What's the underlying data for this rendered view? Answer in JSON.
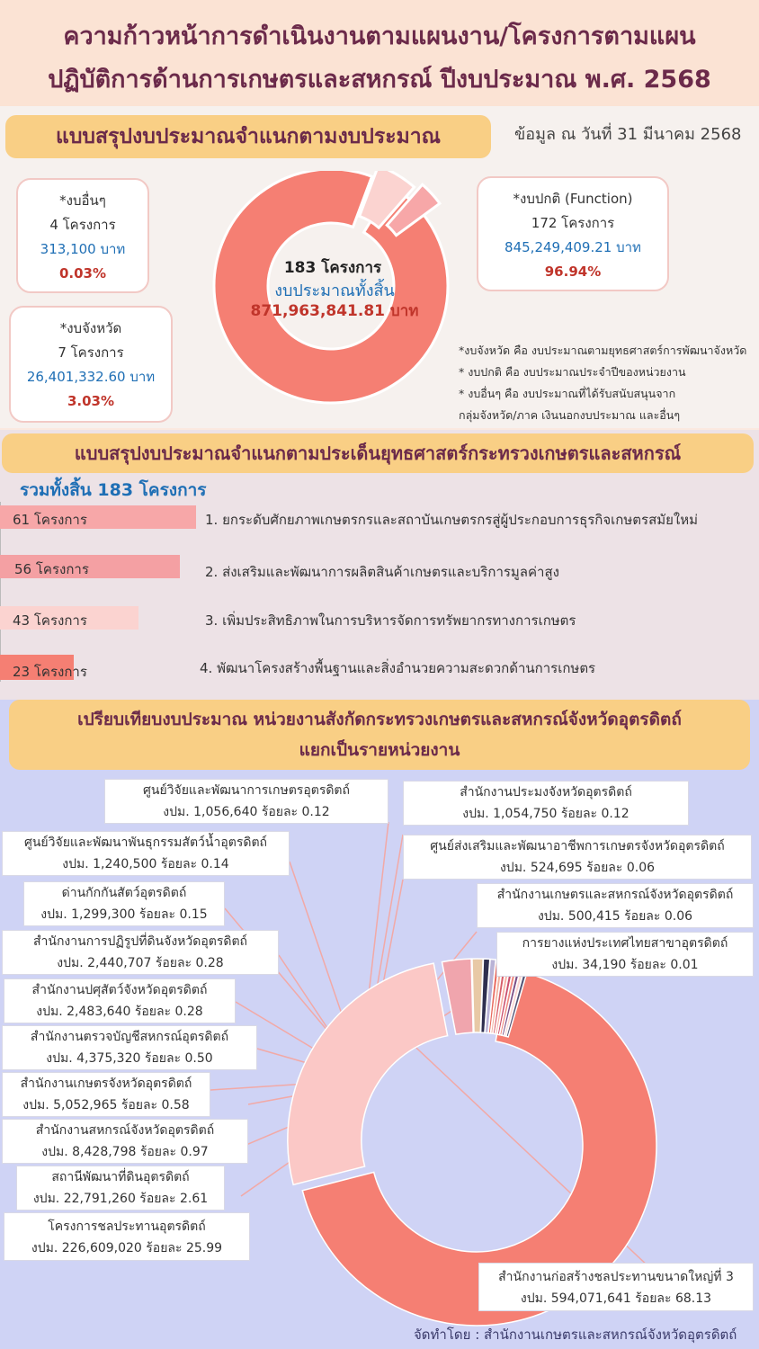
{
  "header": {
    "title_line1": "ความก้าวหน้าการดำเนินงานตามแผนงาน/โครงการตามแผน",
    "title_line2": "ปฏิบัติการด้านการเกษตรและสหกรณ์ ปีงบประมาณ พ.ศ. 2568"
  },
  "budget_summary": {
    "heading": "แบบสรุปงบประมาณจำแนกตามงบประมาณ",
    "date_text": "ข้อมูล ณ วันที่ 31 มีนาคม 2568",
    "center_count": "183  โครงการ",
    "center_label": "งบประมาณทั้งสิ้น",
    "center_amount": "871,963,841.81 บาท",
    "other": {
      "title": "*งบอื่นๆ",
      "projects": "4 โครงการ",
      "amount": "313,100 บาท",
      "percent": "0.03%"
    },
    "province": {
      "title": "*งบจังหวัด",
      "projects": "7 โครงการ",
      "amount": "26,401,332.60 บาท",
      "percent": "3.03%"
    },
    "function": {
      "title": "*งบปกติ (Function)",
      "projects": "172 โครงการ",
      "amount": "845,249,409.21 บาท",
      "percent": "96.94%"
    },
    "notes": [
      "*งบจังหวัด คือ งบประมาณตามยุทธศาสตร์การพัฒนาจังหวัด",
      "* งบปกติ คือ งบประมาณประจำปีของหน่วยงาน",
      "*  งบอื่นๆ คือ งบประมาณที่ได้รับสนับสนุนจาก",
      "   กลุ่มจังหวัด/ภาค เงินนอกงบประมาณ และอื่นๆ"
    ],
    "colors": {
      "function": "#f57f73",
      "province": "#fbd3d0",
      "other": "#f7a7a8"
    }
  },
  "strategy": {
    "heading": "แบบสรุปงบประมาณจำแนกตามประเด็นยุทธศาสตร์กระทรวงเกษตรและสหกรณ์",
    "total_label": "รวมทั้งสิ้น  183   โครงการ",
    "items": [
      {
        "count_label": "61 โครงการ",
        "count": 61,
        "text": "1. ยกระดับศักยภาพเกษตรกรและสถาบันเกษตรกรสู่ผู้ประกอบการธุรกิจเกษตรสมัยใหม่",
        "color": "#f7a7a8"
      },
      {
        "count_label": "56 โครงการ",
        "count": 56,
        "text": "2. ส่งเสริมและพัฒนาการผลิตสินค้าเกษตรและบริการมูลค่าสูง",
        "color": "#f4a0a3"
      },
      {
        "count_label": "43 โครงการ",
        "count": 43,
        "text": "3. เพิ่มประสิทธิภาพในการบริหารจัดการทรัพยากรทางการเกษตร",
        "color": "#fbd3d0"
      },
      {
        "count_label": "23 โครงการ",
        "count": 23,
        "text": "4. พัฒนาโครงสร้างพื้นฐานและสิ่งอำนวยความสะดวกด้านการเกษตร",
        "color": "#f57f73"
      }
    ]
  },
  "units": {
    "heading_line1": "เปรียบเทียบงบประมาณ หน่วยงานสังกัดกระทรวงเกษตรและสหกรณ์จังหวัดอุตรดิตถ์",
    "heading_line2": "แยกเป็นรายหน่วยงาน",
    "items": [
      {
        "name": "สำนักงานก่อสร้างชลประทานขนาดใหญ่ที่ 3",
        "detail": "งปม. 594,071,641 ร้อยละ 68.13",
        "share": 68.13,
        "color": "#f57f73"
      },
      {
        "name": "โครงการชลประทานอุตรดิตถ์",
        "detail": "งปม. 226,609,020 ร้อยละ 25.99",
        "share": 25.99,
        "color": "#fbc8c6"
      },
      {
        "name": "สถานีพัฒนาที่ดินอุตรดิตถ์",
        "detail": "งปม. 22,791,260 ร้อยละ 2.61",
        "share": 2.61,
        "color": "#f0a5ad"
      },
      {
        "name": "สำนักงานสหกรณ์จังหวัดอุตรดิตถ์",
        "detail": "งปม. 8,428,798 ร้อยละ 0.97",
        "share": 0.97,
        "color": "#e8c9a6"
      },
      {
        "name": "สำนักงานเกษตรจังหวัดอุตรดิตถ์",
        "detail": "งปม. 5,052,965 ร้อยละ 0.58",
        "share": 0.58,
        "color": "#2f2f4f"
      },
      {
        "name": "สำนักงานตรวจบัญชีสหกรณ์อุตรดิตถ์",
        "detail": "งปม. 4,375,320 ร้อยละ 0.50",
        "share": 0.5,
        "color": "#b9b3d6"
      },
      {
        "name": "สำนักงานปศุสัตว์จังหวัดอุตรดิตถ์",
        "detail": "งปม. 2,483,640 ร้อยละ 0.28",
        "share": 0.28,
        "color": "#e96a5e"
      },
      {
        "name": "สำนักงานการปฏิรูปที่ดินจังหวัดอุตรดิตถ์",
        "detail": "งปม. 2,440,707 ร้อยละ 0.28",
        "share": 0.28,
        "color": "#f3b2a0"
      },
      {
        "name": "ด่านกักกันสัตว์อุตรดิตถ์",
        "detail": "งปม. 1,299,300 ร้อยละ 0.15",
        "share": 0.15,
        "color": "#d85f6a"
      },
      {
        "name": "ศูนย์วิจัยและพัฒนาพันธุกรรมสัตว์น้ำอุตรดิตถ์",
        "detail": "งปม. 1,240,500 ร้อยละ 0.14",
        "share": 0.14,
        "color": "#f8b4a8"
      },
      {
        "name": "ศูนย์วิจัยและพัฒนาการเกษตรอุตรดิตถ์",
        "detail": "งปม. 1,056,640 ร้อยละ 0.12",
        "share": 0.12,
        "color": "#c94f6d"
      },
      {
        "name": "สำนักงานประมงจังหวัดอุตรดิตถ์",
        "detail": "งปม. 1,054,750 ร้อยละ 0.12",
        "share": 0.12,
        "color": "#f08a80"
      },
      {
        "name": "ศูนย์ส่งเสริมและพัฒนาอาชีพการเกษตรจังหวัดอุตรดิตถ์",
        "detail": "งปม. 524,695 ร้อยละ 0.06",
        "share": 0.06,
        "color": "#7b4f86"
      },
      {
        "name": "สำนักงานเกษตรและสหกรณ์จังหวัดอุตรดิตถ์",
        "detail": "งปม. 500,415 ร้อยละ 0.06",
        "share": 0.06,
        "color": "#fbd3d0"
      },
      {
        "name": "การยางแห่งประเทศไทยสาขาอุตรดิตถ์",
        "detail": "งปม. 34,190 ร้อยละ 0.01",
        "share": 0.01,
        "color": "#555577"
      }
    ],
    "credit": "จัดทำโดย : สำนักงานเกษตรและสหกรณ์จังหวัดอุตรดิตถ์"
  }
}
